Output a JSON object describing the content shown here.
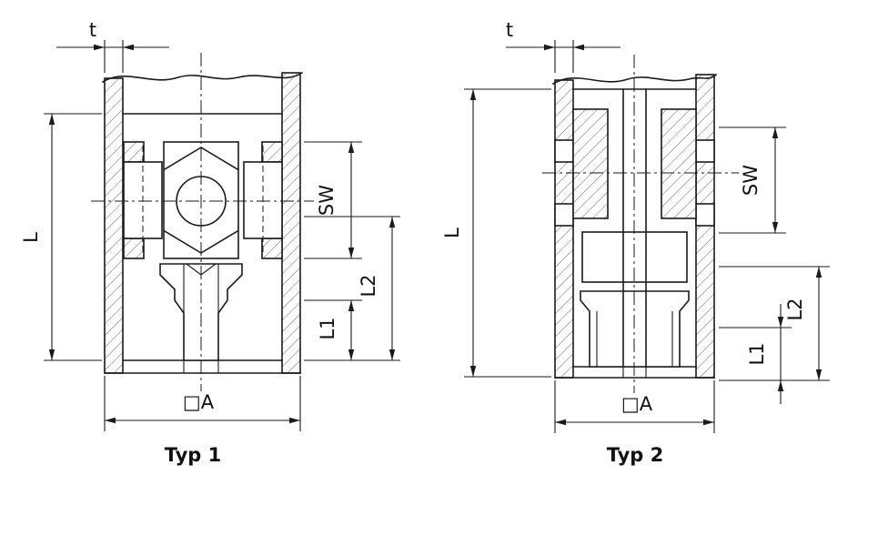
{
  "page": {
    "background": "#ffffff",
    "line_color": "#1a1a1a"
  },
  "drawings": [
    {
      "caption": "Typ 1",
      "labels": {
        "t": "t",
        "L": "L",
        "SW": "SW",
        "L2": "L2",
        "L1": "L1",
        "A": "□A"
      }
    },
    {
      "caption": "Typ 2",
      "labels": {
        "t": "t",
        "L": "L",
        "SW": "SW",
        "L2": "L2",
        "L1": "L1",
        "A": "□A"
      }
    }
  ]
}
